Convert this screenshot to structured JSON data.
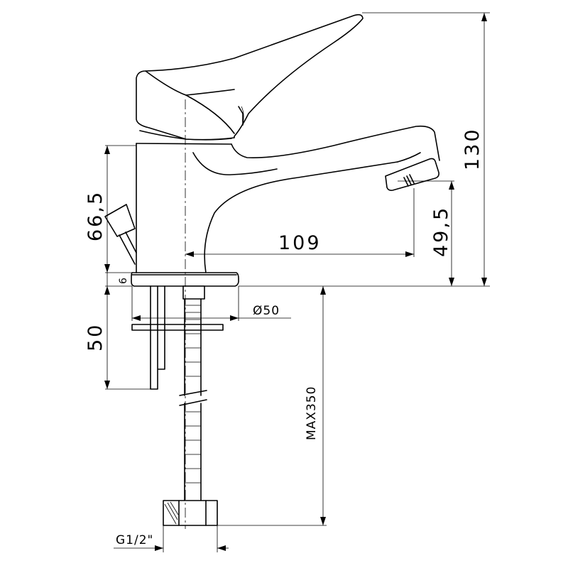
{
  "dimensions": {
    "height_total": "130",
    "body_height": "66,5",
    "spout_height": "49,5",
    "spout_reach": "109",
    "base_thickness": "6",
    "pop_up_depth": "50",
    "base_diameter": "Ø50",
    "hose_length": "MAX350",
    "thread": "G1/2\""
  }
}
